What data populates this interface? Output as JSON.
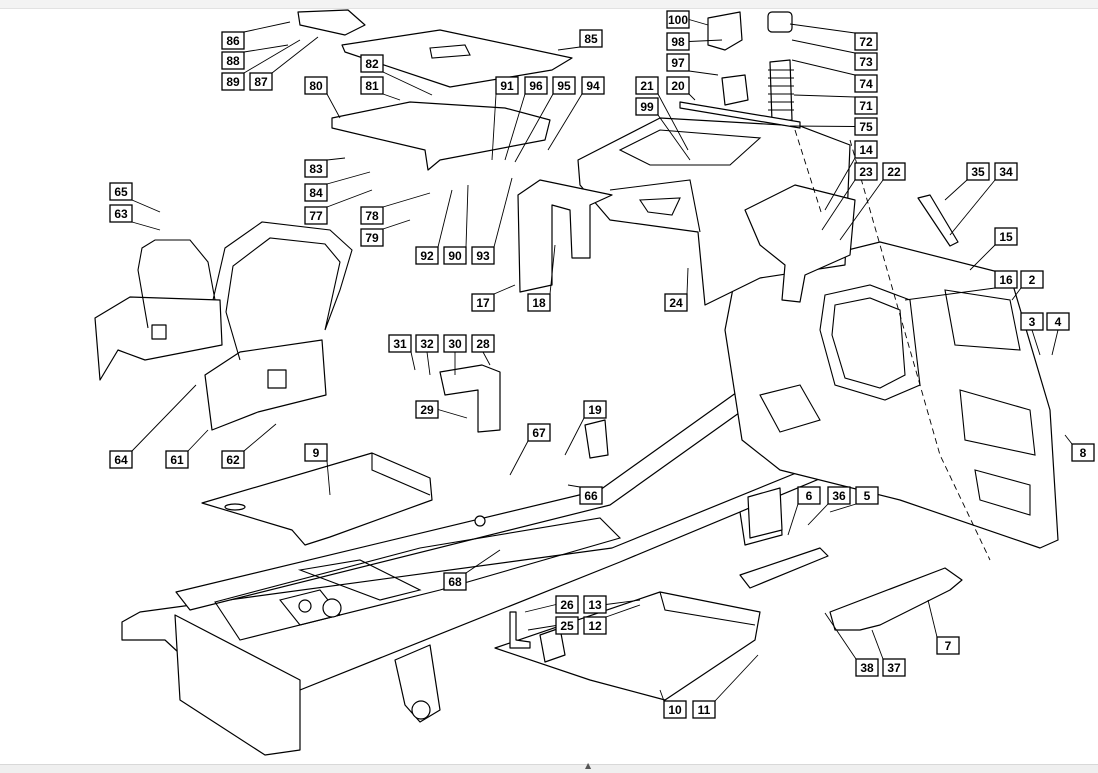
{
  "diagram": {
    "callouts": [
      "86",
      "88",
      "89",
      "87",
      "80",
      "82",
      "81",
      "85",
      "91",
      "96",
      "95",
      "94",
      "83",
      "84",
      "77",
      "78",
      "79",
      "92",
      "90",
      "93",
      "65",
      "63",
      "64",
      "61",
      "62",
      "100",
      "98",
      "97",
      "21",
      "99",
      "20",
      "72",
      "73",
      "74",
      "71",
      "75",
      "14",
      "23",
      "22",
      "35",
      "34",
      "15",
      "16",
      "2",
      "3",
      "4",
      "8",
      "17",
      "18",
      "24",
      "31",
      "32",
      "30",
      "28",
      "29",
      "19",
      "67",
      "66",
      "9",
      "68",
      "26",
      "25",
      "13",
      "12",
      "6",
      "36",
      "5",
      "10",
      "11",
      "38",
      "37",
      "7"
    ]
  }
}
